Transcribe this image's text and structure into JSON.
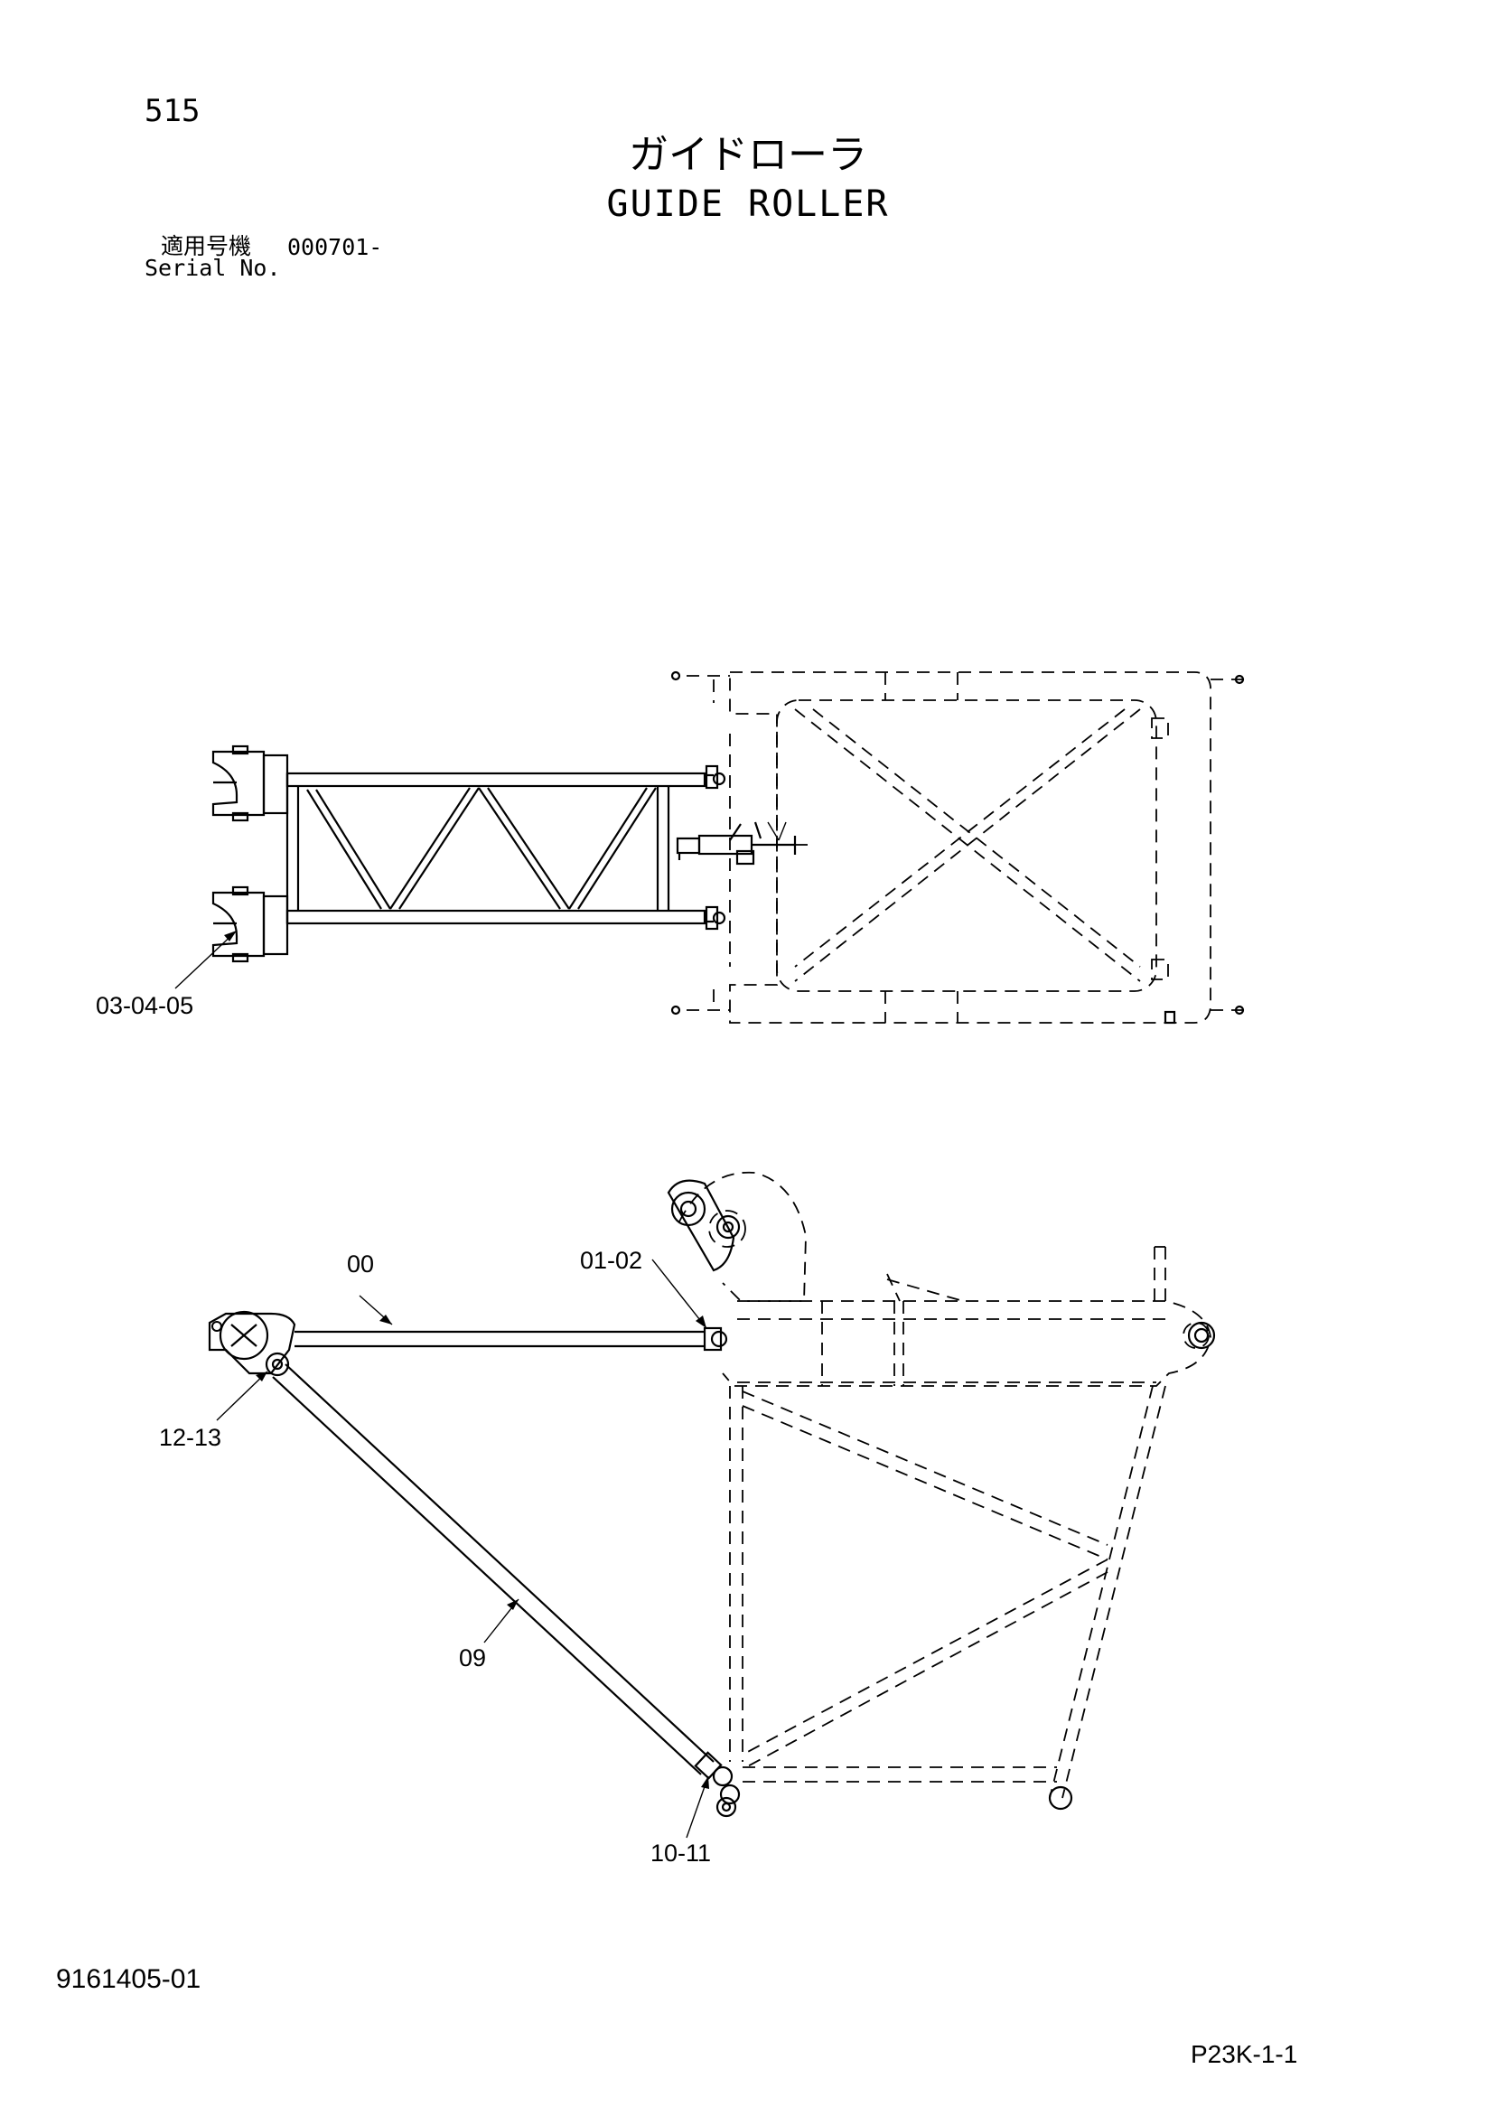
{
  "header": {
    "page_number": "515",
    "title_jp": "ガイドローラ",
    "title_en": "GUIDE ROLLER",
    "serial_label_jp": "適用号機",
    "serial_range": "000701-",
    "serial_label_en": "Serial No."
  },
  "callouts": {
    "top_view_roller": "03-04-05",
    "side_upper_rod": "00",
    "side_rod_pin": "01-02",
    "side_roller_pin": "12-13",
    "side_lower_rod": "09",
    "side_lower_pin": "10-11"
  },
  "footer": {
    "document_number": "9161405-01",
    "page_code": "P23K-1-1"
  }
}
